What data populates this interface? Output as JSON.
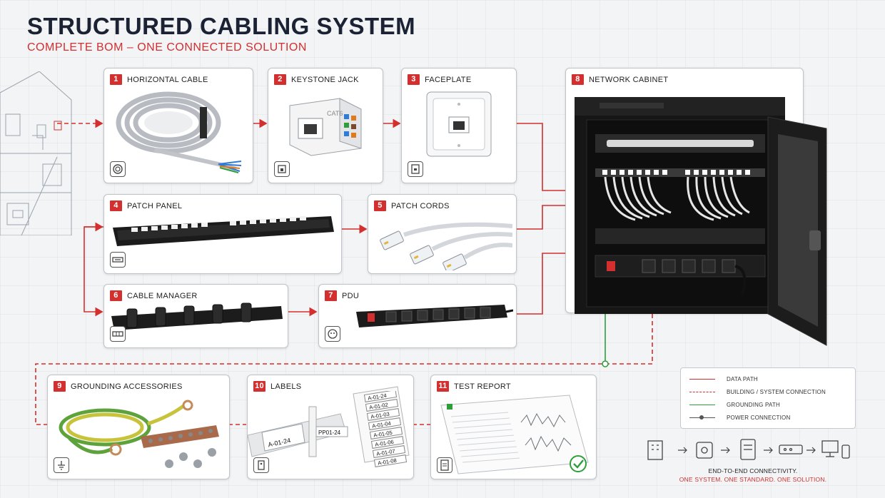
{
  "header": {
    "title": "STRUCTURED CABLING SYSTEM",
    "subtitle": "COMPLETE BOM – ONE CONNECTED SOLUTION"
  },
  "colors": {
    "accent": "#d32f2f",
    "ground": "#2e9e3a",
    "dark": "#1a2233"
  },
  "components": [
    {
      "num": "1",
      "label": "HORIZONTAL CABLE",
      "icon": "cable-coil-icon"
    },
    {
      "num": "2",
      "label": "KEYSTONE JACK",
      "icon": "jack-icon",
      "print": "CAT6"
    },
    {
      "num": "3",
      "label": "FACEPLATE",
      "icon": "faceplate-icon"
    },
    {
      "num": "4",
      "label": "PATCH PANEL",
      "icon": "patch-panel-icon"
    },
    {
      "num": "5",
      "label": "PATCH CORDS",
      "icon": "patch-cord-icon"
    },
    {
      "num": "6",
      "label": "CABLE MANAGER",
      "icon": "cable-manager-icon"
    },
    {
      "num": "7",
      "label": "PDU",
      "icon": "power-outlet-icon"
    },
    {
      "num": "8",
      "label": "NETWORK CABINET",
      "icon": "cabinet-icon"
    },
    {
      "num": "9",
      "label": "GROUNDING ACCESSORIES",
      "icon": "ground-icon"
    },
    {
      "num": "10",
      "label": "LABELS",
      "icon": "label-icon"
    },
    {
      "num": "11",
      "label": "TEST REPORT",
      "icon": "report-icon"
    }
  ],
  "labels_art": {
    "cable_tag": "A-01-24",
    "panel_tag": "PP01-24",
    "sheet": [
      "A-01-24",
      "A-01-02",
      "A-01-03",
      "A-01-04",
      "A-01-05",
      "A-01-06",
      "A-01-07",
      "A-01-08"
    ]
  },
  "legend": {
    "data_path": "DATA PATH",
    "building": "BUILDING / SYSTEM CONNECTION",
    "grounding": "GROUNDING PATH",
    "power": "POWER CONNECTION"
  },
  "footer": {
    "line1": "END-TO-END CONNECTIVITY.",
    "line2": "ONE SYSTEM. ONE STANDARD. ONE SOLUTION."
  }
}
